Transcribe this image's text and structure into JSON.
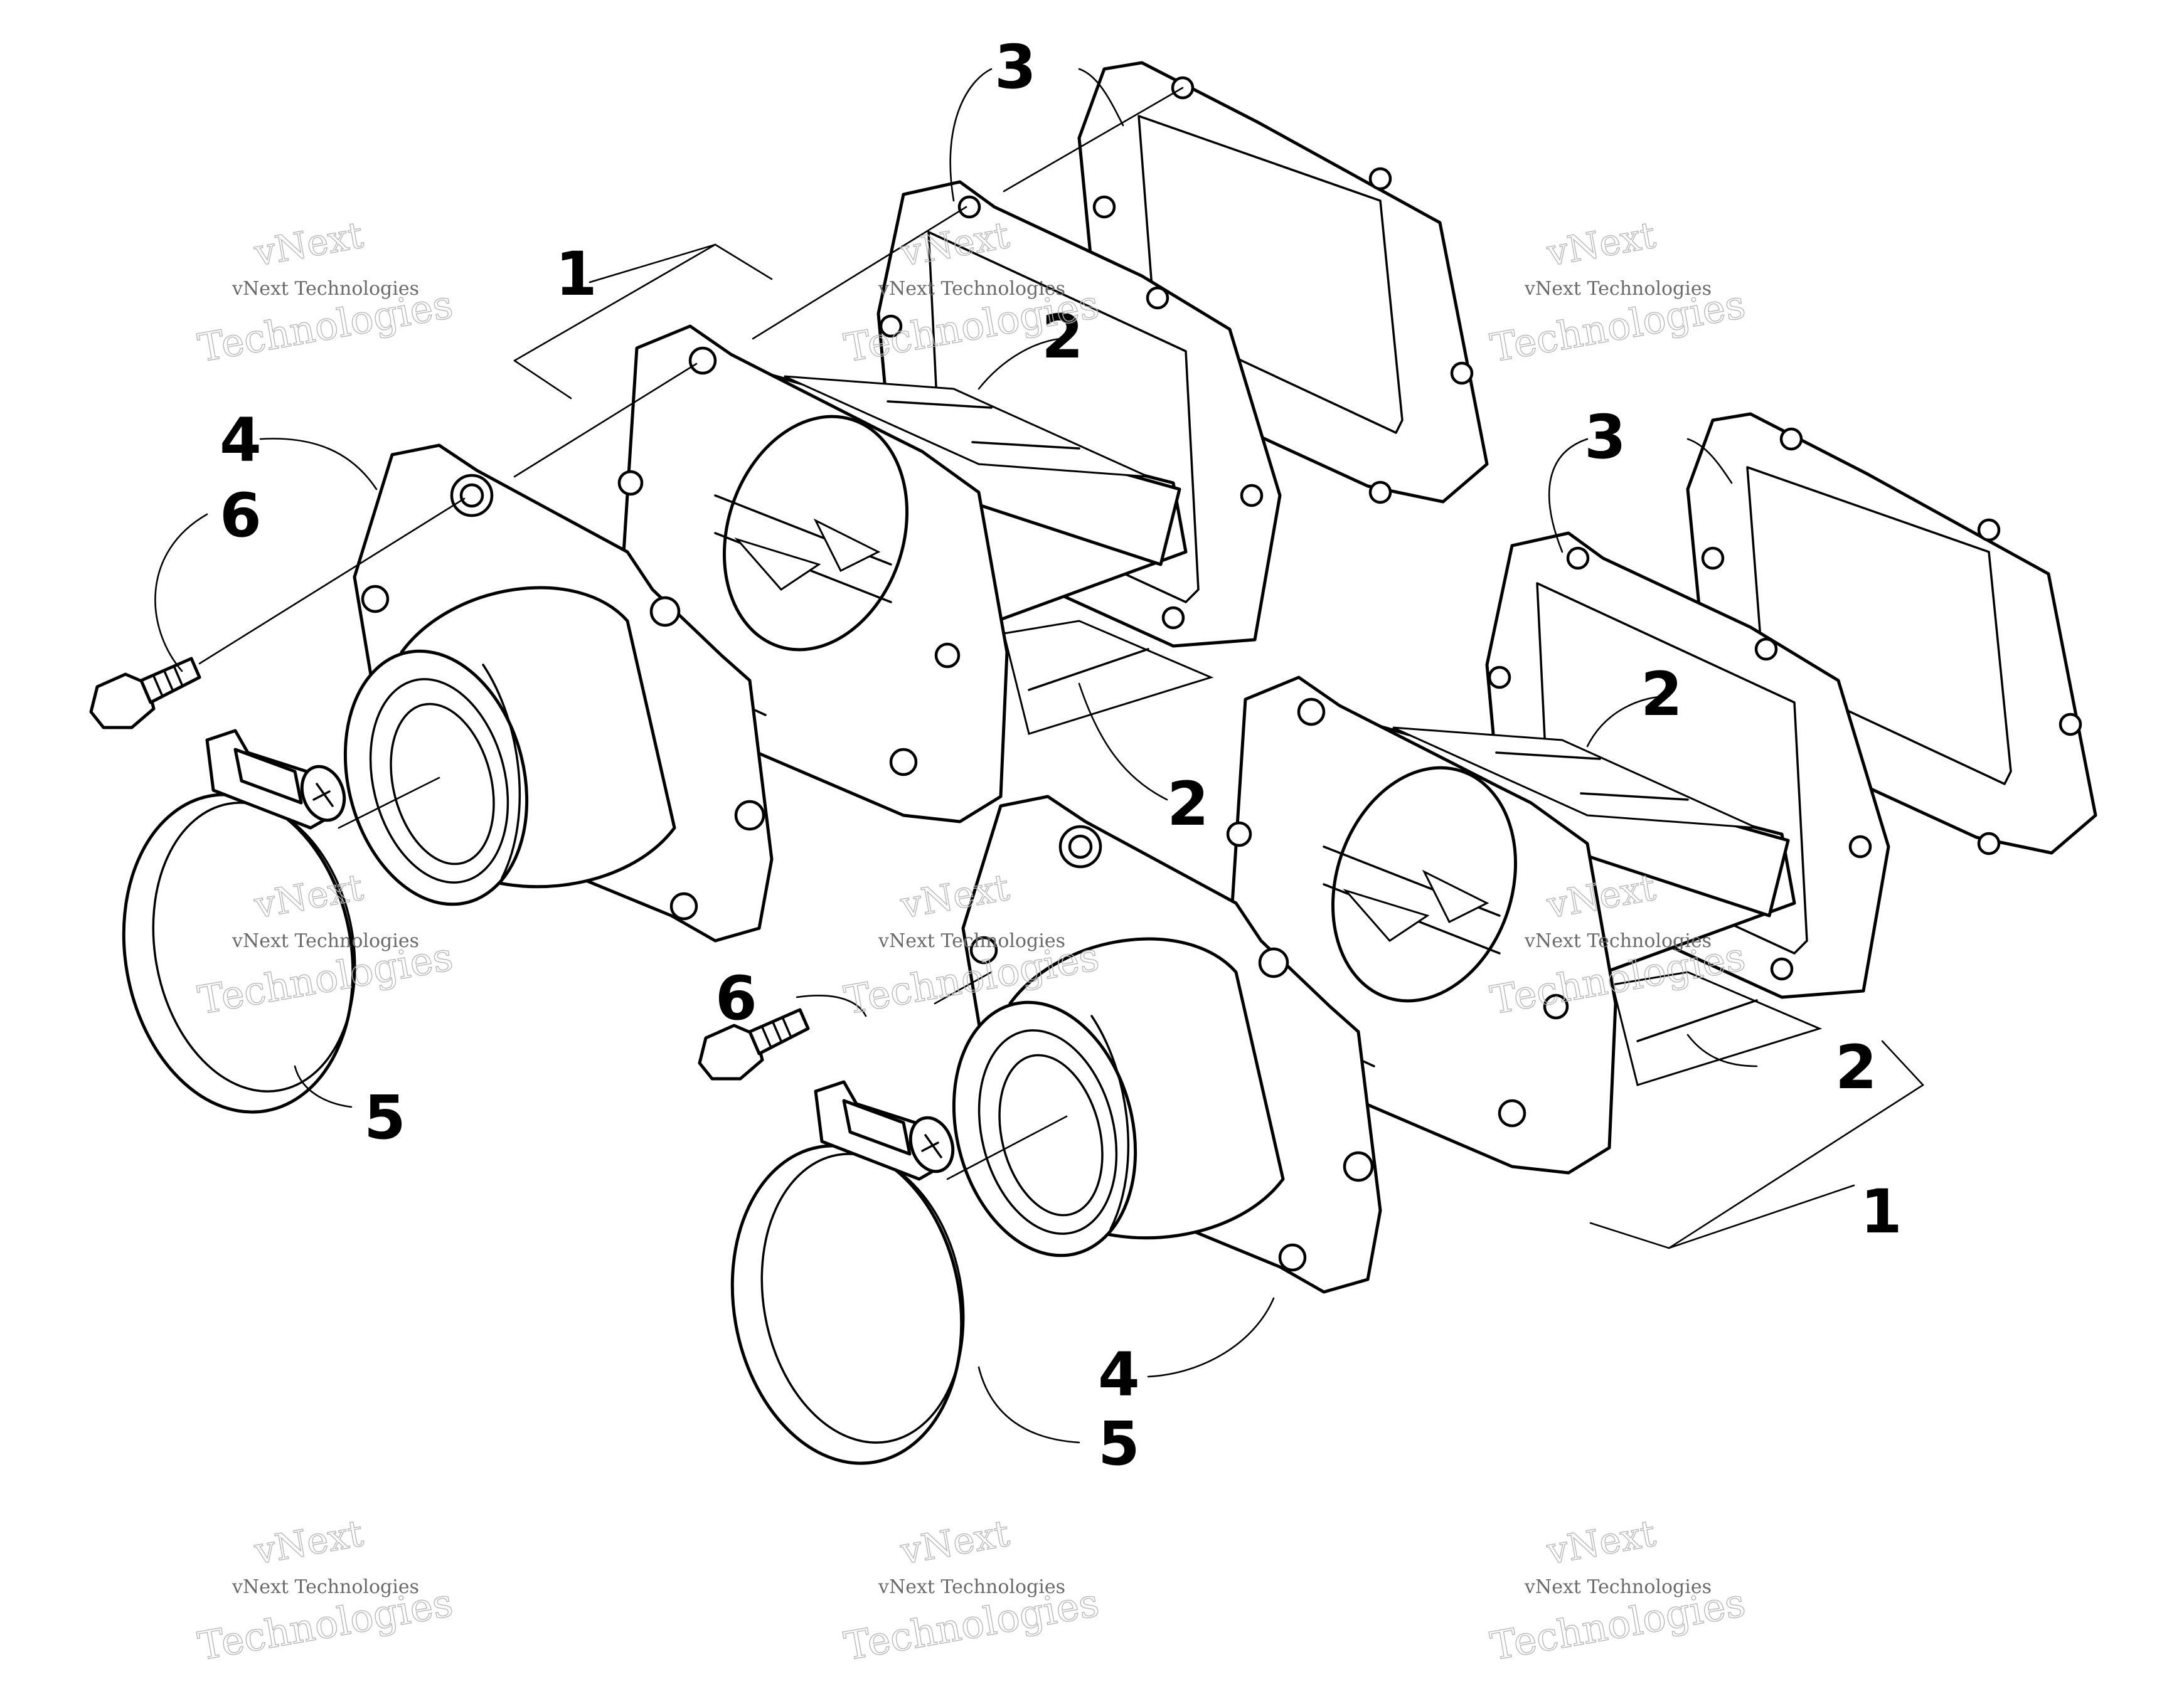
{
  "callouts": {
    "c1a": "1",
    "c1b": "1",
    "c2a": "2",
    "c2b": "2",
    "c2c": "2",
    "c2d": "2",
    "c3a": "3",
    "c3b": "3",
    "c4a": "4",
    "c4b": "4",
    "c5a": "5",
    "c5b": "5",
    "c6a": "6",
    "c6b": "6"
  },
  "watermark": {
    "brand": "vNext",
    "line": "vNext Technologies",
    "word": "Technologies"
  }
}
